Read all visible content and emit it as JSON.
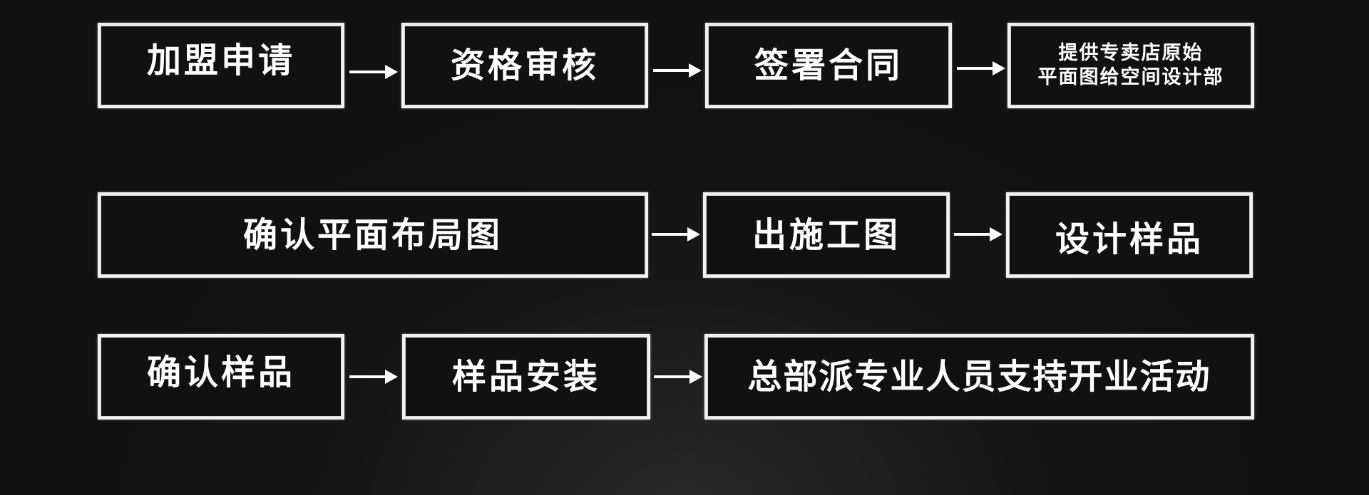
{
  "flowchart": {
    "row1": [
      {
        "text": "加盟申请"
      },
      {
        "text": "资格审核"
      },
      {
        "text": "签署合同"
      },
      {
        "line1": "提供专卖店原始",
        "line2": "平面图给空间设计部"
      }
    ],
    "row2": [
      {
        "text": "确认平面布局图"
      },
      {
        "text": "出施工图"
      },
      {
        "text": "设计样品"
      }
    ],
    "row3": [
      {
        "text": "确认样品"
      },
      {
        "text": "样品安装"
      },
      {
        "text": "总部派专业人员支持开业活动"
      }
    ]
  },
  "colors": {
    "background": "#111111",
    "box_border": "#f2f2f2",
    "text": "#ffffff",
    "arrow": "#ffffff"
  },
  "icons": {
    "connector": "right-arrow-icon"
  }
}
